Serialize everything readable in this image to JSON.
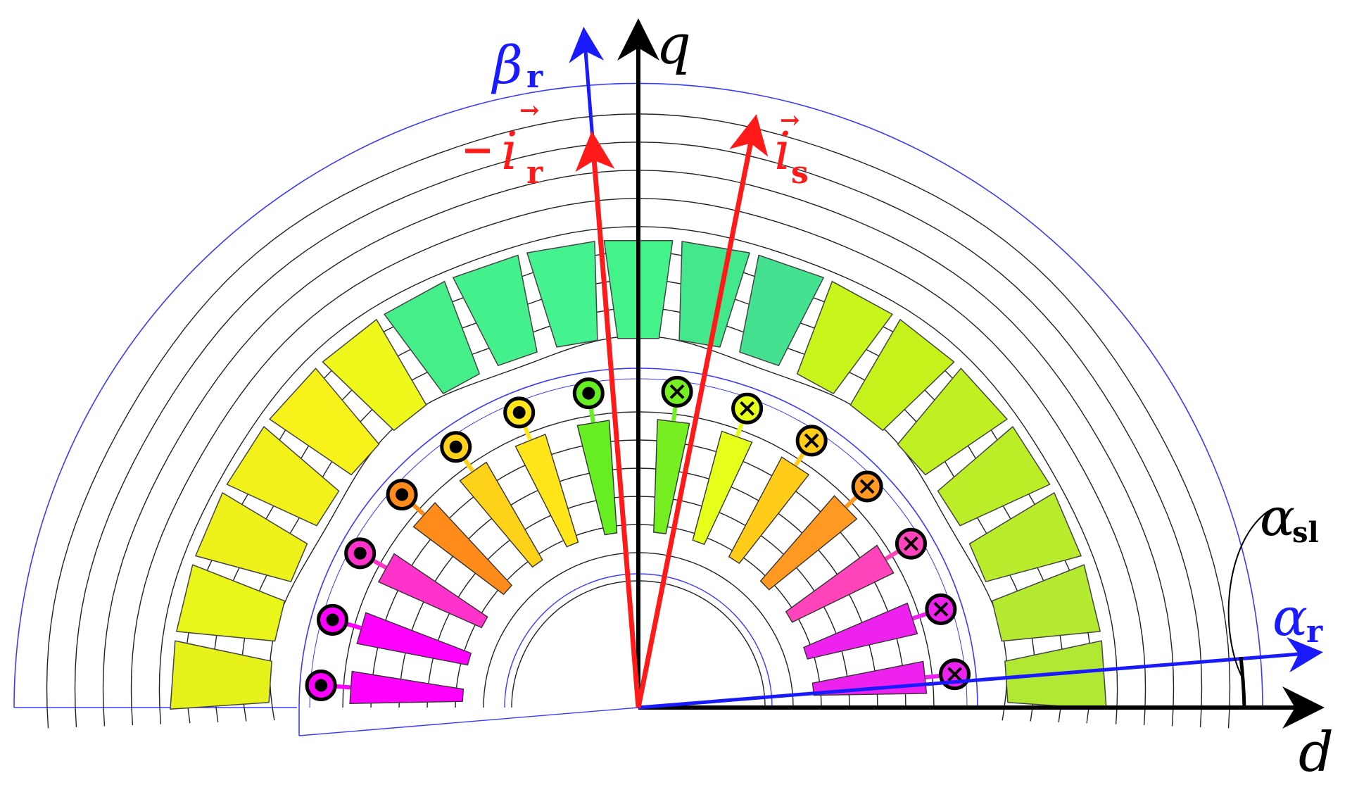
{
  "labels": {
    "q": "q",
    "d": "d",
    "beta_main": "β",
    "beta_sub": "r",
    "alpha_r_main": "α",
    "alpha_r_sub": "r",
    "alpha_sl_main": "α",
    "alpha_sl_sub": "sl",
    "ir_prefix": "−",
    "ir_main": "i",
    "ir_sub": "r",
    "ir_arrow": "→",
    "is_main": "i",
    "is_sub": "s",
    "is_arrow": "→"
  },
  "colors": {
    "axis_black": "#000000",
    "axis_blue": "#1a1aff",
    "current_red": "#ff1a1a",
    "outline_blue": "#3a3aff",
    "flux_line": "#222222"
  },
  "rotor_conductors": [
    {
      "side": "left",
      "symbol": "dot",
      "color": "#ff00ff"
    },
    {
      "side": "left",
      "symbol": "dot",
      "color": "#ff00ff"
    },
    {
      "side": "left",
      "symbol": "dot",
      "color": "#ff33cc"
    },
    {
      "side": "left",
      "symbol": "dot",
      "color": "#ff8c1a"
    },
    {
      "side": "left",
      "symbol": "dot",
      "color": "#ffd21a"
    },
    {
      "side": "left",
      "symbol": "dot",
      "color": "#ffe51a"
    },
    {
      "side": "left",
      "symbol": "dot",
      "color": "#66ee22"
    },
    {
      "side": "right",
      "symbol": "cross",
      "color": "#77ee22"
    },
    {
      "side": "right",
      "symbol": "cross",
      "color": "#e6ff1a"
    },
    {
      "side": "right",
      "symbol": "cross",
      "color": "#ffcc1a"
    },
    {
      "side": "right",
      "symbol": "cross",
      "color": "#ff9922"
    },
    {
      "side": "right",
      "symbol": "cross",
      "color": "#ff44bb"
    },
    {
      "side": "right",
      "symbol": "cross",
      "color": "#ee22ee"
    },
    {
      "side": "right",
      "symbol": "cross",
      "color": "#ee22ee"
    }
  ],
  "stator_slot_colors": [
    "#e6f21a",
    "#eaf51a",
    "#eef21a",
    "#f2f21a",
    "#f6f21a",
    "#eef81a",
    "#44ee88",
    "#44f08c",
    "#44f290",
    "#44f28a",
    "#44e88c",
    "#44e290",
    "#c8f51a",
    "#c4f21a",
    "#c0f022",
    "#bcee28",
    "#b8ec2c",
    "#b4ea30",
    "#b0e834"
  ]
}
